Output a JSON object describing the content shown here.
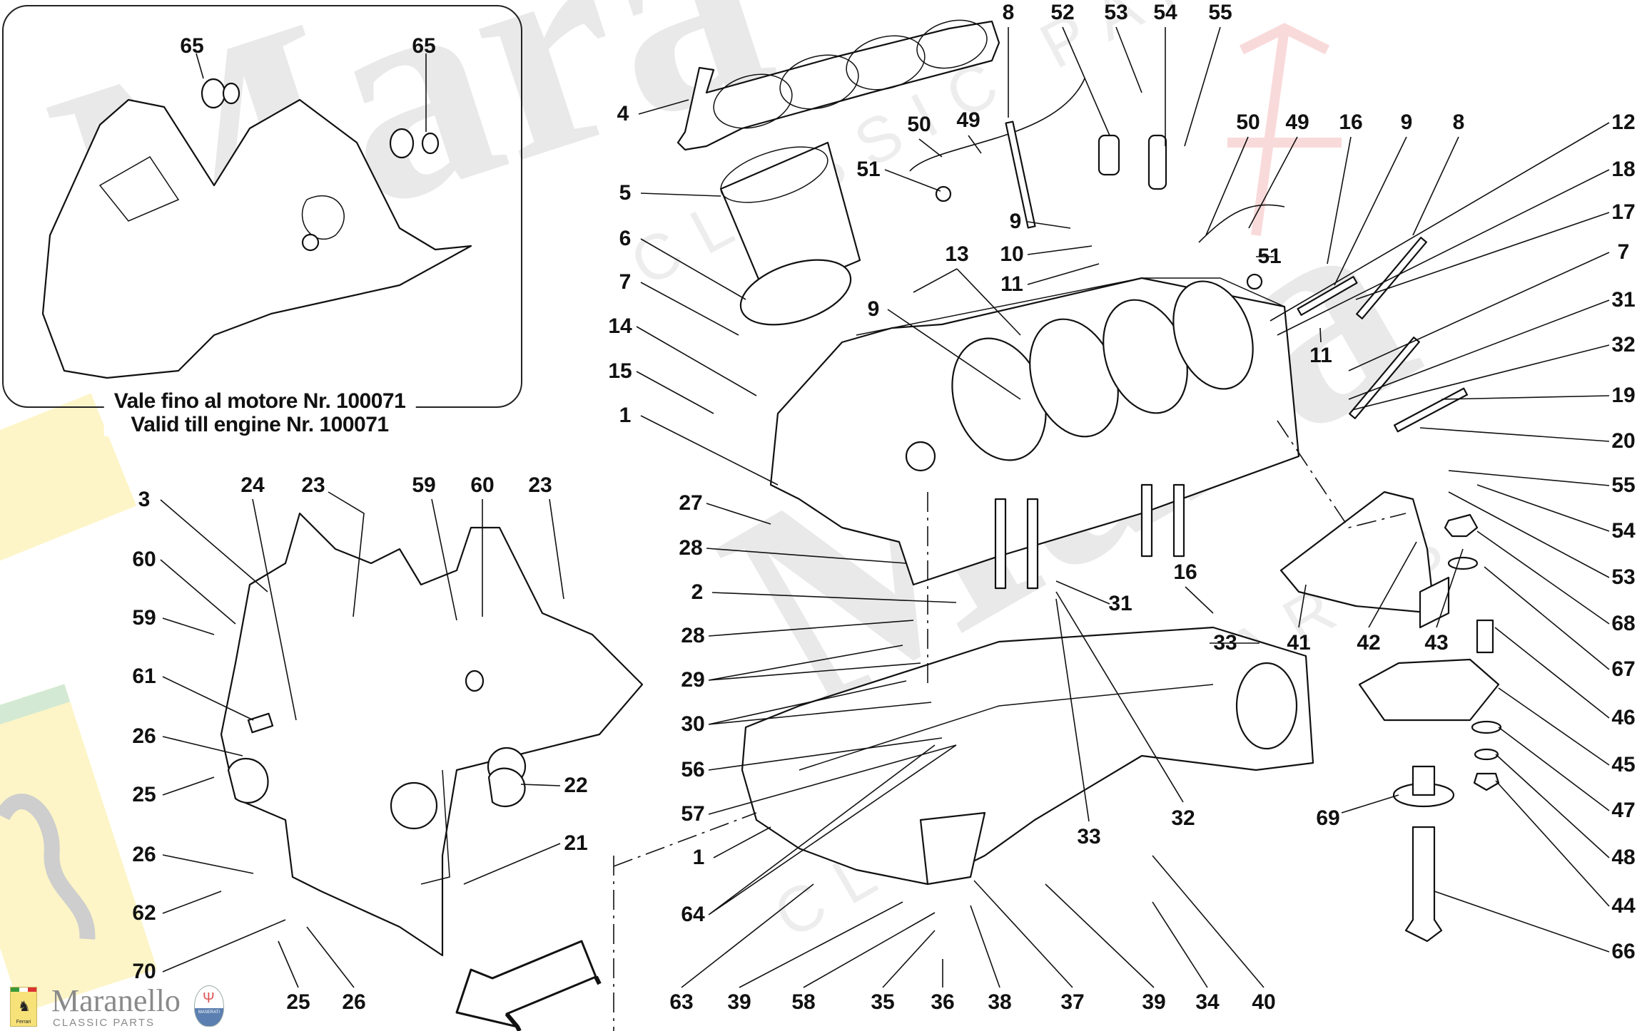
{
  "diagram": {
    "type": "exploded-parts-diagram",
    "subject": "Crankcase / engine block assembly",
    "inset": {
      "caption_it": "Vale fino al motore Nr. 100071",
      "caption_en": "Valid till engine Nr. 100071",
      "callouts": [
        "65",
        "65"
      ]
    },
    "watermark": {
      "brand": "Maranello",
      "tagline": "CLASSIC PARTS",
      "watermark_text": "Mara",
      "watermark_parts_text": "CLASSIC PARTS"
    },
    "logo": {
      "word": "Maranello",
      "sub": "CLASSIC PARTS",
      "ferrari_label": "Ferrari",
      "maserati_label": "MASERATI",
      "horse_glyph": "♞",
      "trident_glyph": "Ψ",
      "colors": {
        "ferrari_yellow": "#f7e27a",
        "maserati_blue": "#5a7fb0",
        "maserati_red": "#dd5555"
      }
    },
    "callouts": {
      "inset_65_a": "65",
      "inset_65_b": "65",
      "l_3": "3",
      "l_24": "24",
      "l_23a": "23",
      "l_59a": "59",
      "l_60a": "60",
      "l_23b": "23",
      "l_60b": "60",
      "l_59b": "59",
      "l_61": "61",
      "l_26a": "26",
      "l_25a": "25",
      "l_26b": "26",
      "l_62": "62",
      "l_70": "70",
      "l_25b": "25",
      "l_26c": "26",
      "l_22": "22",
      "l_21": "21",
      "c_4": "4",
      "c_5": "5",
      "c_6": "6",
      "c_7": "7",
      "c_14": "14",
      "c_15": "15",
      "c_1a": "1",
      "c_27": "27",
      "c_28a": "28",
      "c_2": "2",
      "c_28b": "28",
      "c_29": "29",
      "c_30": "30",
      "c_56": "56",
      "c_57": "57",
      "c_1b": "1",
      "c_64": "64",
      "t_8": "8",
      "t_52": "52",
      "t_53": "53",
      "t_54": "54",
      "t_55": "55",
      "t_50": "50",
      "t_49": "49",
      "t_51": "51",
      "t_9a": "9",
      "t_10": "10",
      "t_11a": "11",
      "t_13": "13",
      "t_9b": "9",
      "tr_50": "50",
      "tr_49": "49",
      "tr_16": "16",
      "tr_9": "9",
      "tr_8": "8",
      "tr_51": "51",
      "tr_11": "11",
      "r_12": "12",
      "r_18": "18",
      "r_17": "17",
      "r_7": "7",
      "r_31": "31",
      "r_32": "32",
      "r_19": "19",
      "r_20": "20",
      "r_55": "55",
      "r_54": "54",
      "r_53": "53",
      "r_68": "68",
      "r_67": "67",
      "r_46": "46",
      "r_45": "45",
      "r_47": "47",
      "r_48": "48",
      "r_44": "44",
      "r_66": "66",
      "m_31": "31",
      "m_16": "16",
      "m_33a": "33",
      "m_41": "41",
      "m_42": "42",
      "m_43": "43",
      "m_69": "69",
      "m_32": "32",
      "m_33b": "33",
      "b_63": "63",
      "b_39a": "39",
      "b_58": "58",
      "b_35": "35",
      "b_36": "36",
      "b_38": "38",
      "b_37": "37",
      "b_39b": "39",
      "b_34": "34",
      "b_40": "40"
    },
    "direction_arrow": "front-of-vehicle-arrow"
  }
}
